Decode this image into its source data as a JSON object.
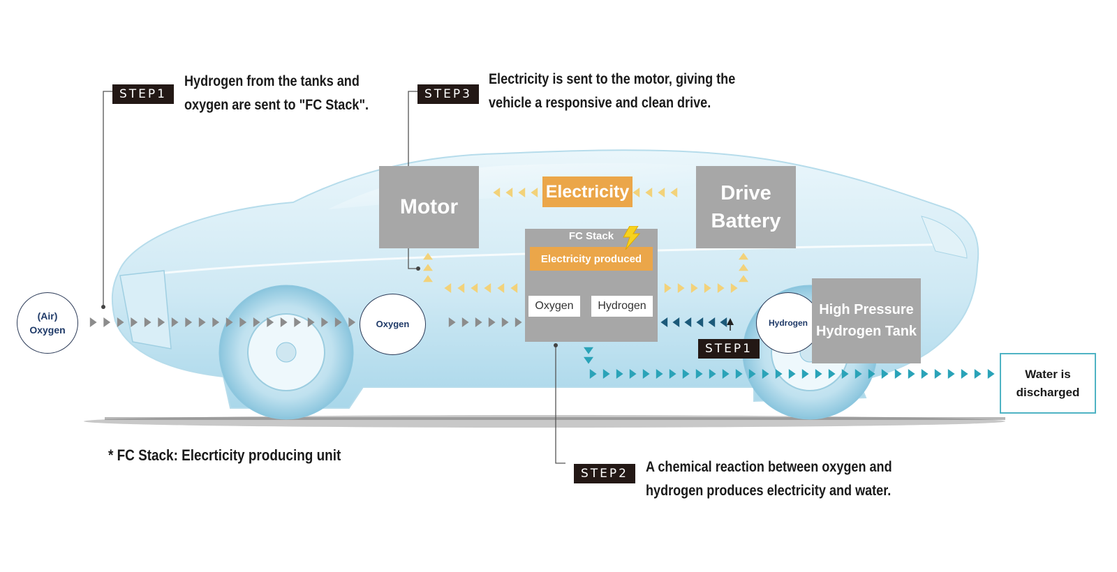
{
  "step1_top": {
    "badge": "STEP1",
    "line1": "Hydrogen from the tanks and",
    "line2": "oxygen are sent to \"FC Stack\"."
  },
  "step3": {
    "badge": "STEP3",
    "line1": "Electricity is sent to the motor, giving the",
    "line2": "vehicle a responsive and clean drive."
  },
  "step2": {
    "badge": "STEP2",
    "line1": "A chemical reaction between oxygen and",
    "line2": "hydrogen produces electricity and water."
  },
  "step1_tank": {
    "badge": "STEP1"
  },
  "motor": {
    "label": "Motor"
  },
  "electricity": {
    "label": "Electricity"
  },
  "drive_battery": {
    "line1": "Drive",
    "line2": "Battery"
  },
  "fc_stack": {
    "title": "FC Stack",
    "produced": "Electricity produced",
    "oxygen": "Oxygen",
    "hydrogen": "Hydrogen"
  },
  "air_oxygen": {
    "line1": "(Air)",
    "line2": "Oxygen"
  },
  "oxygen_circle": {
    "label": "Oxygen"
  },
  "hydrogen_circle": {
    "label": "Hydrogen"
  },
  "tank": {
    "line1": "High Pressure",
    "line2": "Hydrogen Tank"
  },
  "water": {
    "line1": "Water is",
    "line2": "discharged"
  },
  "footnote": {
    "text": "* FC Stack: Elecrticity producing unit"
  },
  "colors": {
    "gray_box": "#a7a7a7",
    "orange": "#eba649",
    "arrow_gray": "#8c8c8c",
    "arrow_yellow": "#f2d27a",
    "arrow_teal": "#2aa3b8",
    "arrow_navy": "#1c5a7a",
    "badge": "#231815",
    "water_border": "#4fb3c4"
  }
}
